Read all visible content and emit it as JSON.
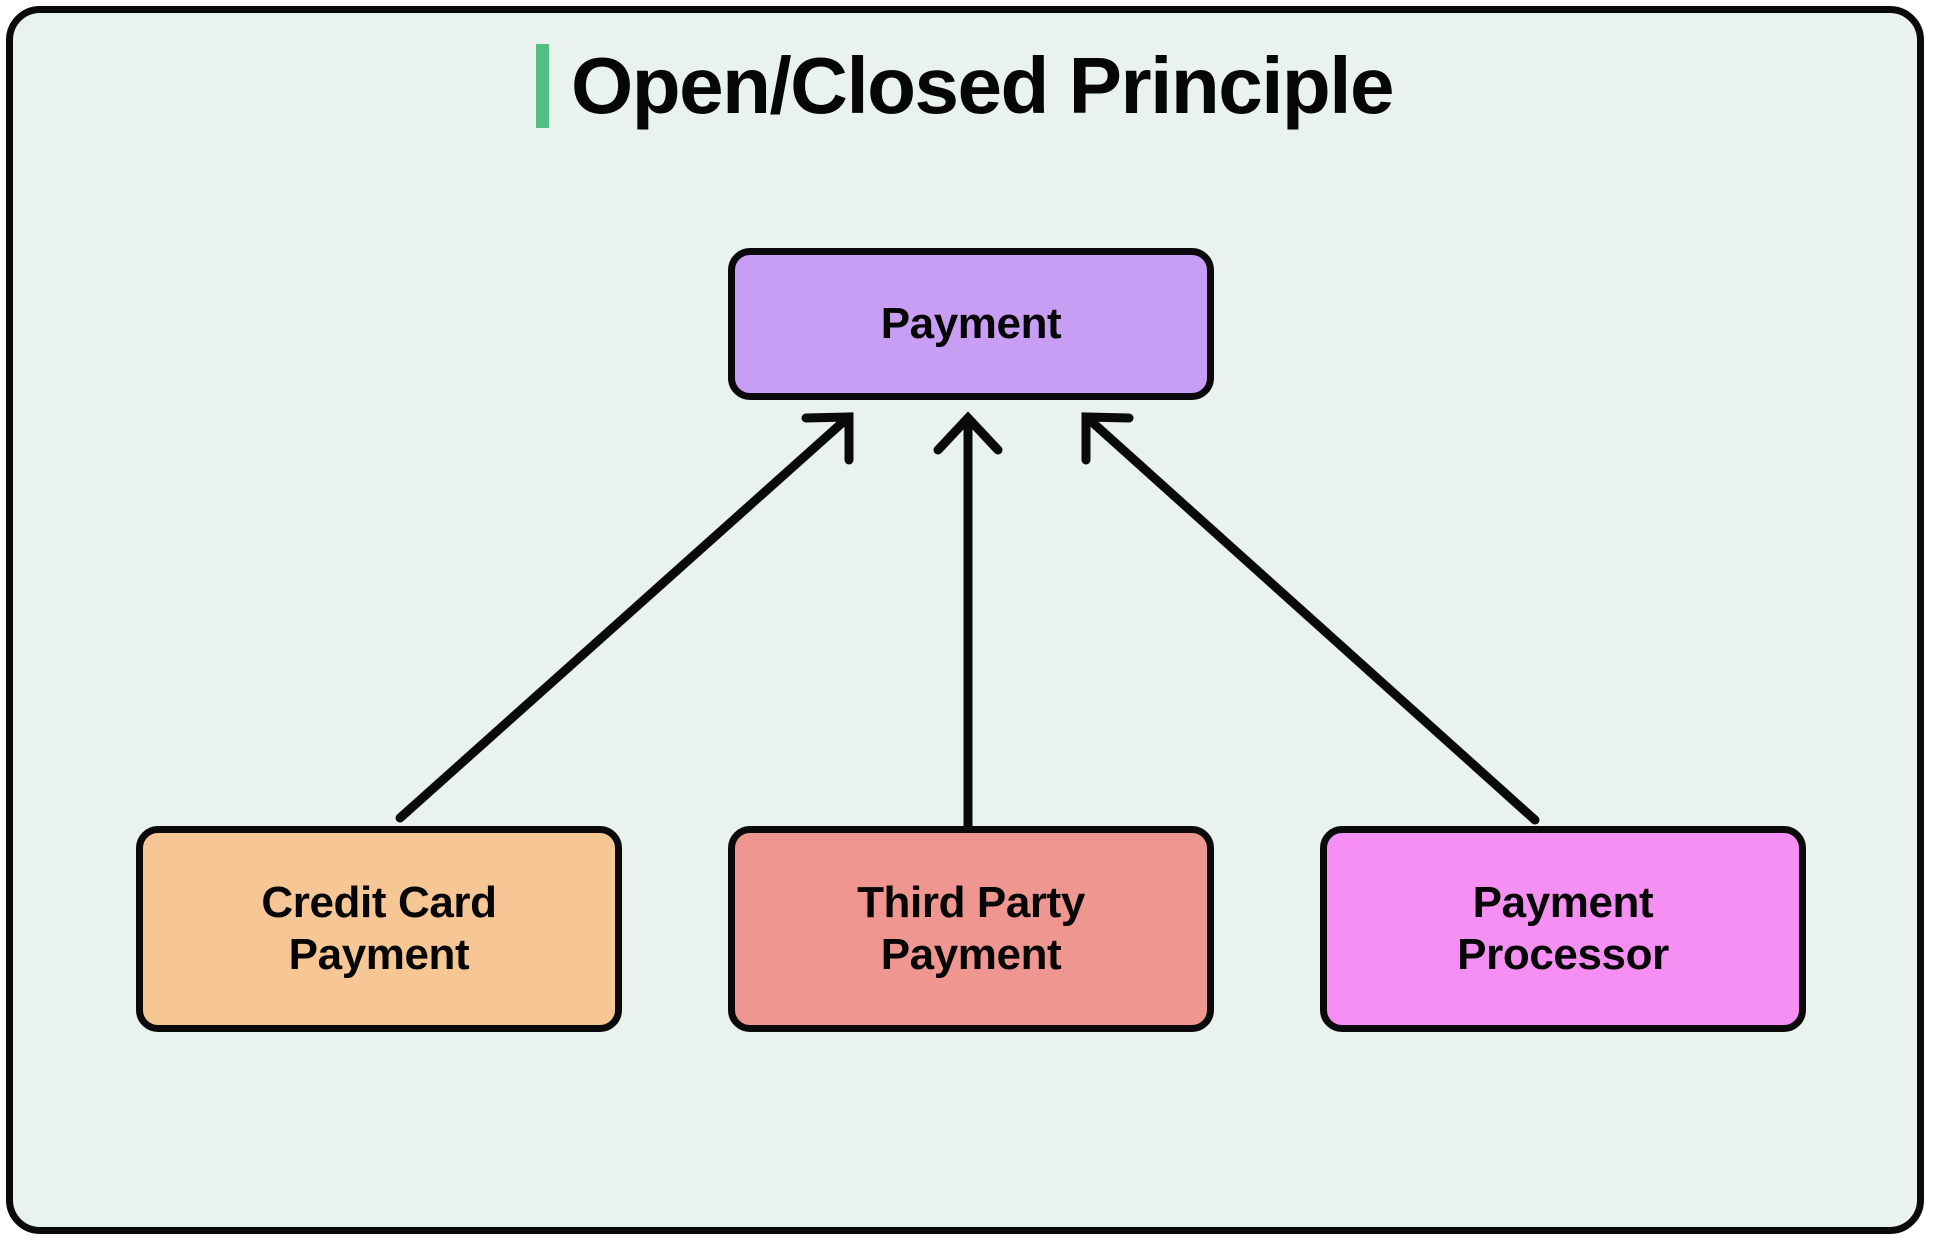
{
  "header": {
    "title": "Open/Closed Principle",
    "accent_color": "#52bd85"
  },
  "canvas": {
    "background_color": "#eaf2ee",
    "border_color": "#0a0a0a"
  },
  "diagram": {
    "type": "class-inheritance",
    "parent": {
      "id": "payment",
      "label": "Payment",
      "color": "#c89ef5"
    },
    "children": [
      {
        "id": "credit-card-payment",
        "label": "Credit Card\nPayment",
        "color": "#f6c794",
        "relation": "inherits"
      },
      {
        "id": "third-party-payment",
        "label": "Third Party\nPayment",
        "color": "#f09691",
        "relation": "inherits"
      },
      {
        "id": "payment-processor",
        "label": "Payment\nProcessor",
        "color": "#f68ff3",
        "relation": "inherits"
      }
    ],
    "edges": [
      {
        "from": "credit-card-payment",
        "to": "payment",
        "arrow": "open-chevron",
        "style": "solid",
        "color": "#0a0a0a"
      },
      {
        "from": "third-party-payment",
        "to": "payment",
        "arrow": "open-chevron",
        "style": "solid",
        "color": "#0a0a0a"
      },
      {
        "from": "payment-processor",
        "to": "payment",
        "arrow": "open-chevron",
        "style": "solid",
        "color": "#0a0a0a"
      }
    ]
  }
}
